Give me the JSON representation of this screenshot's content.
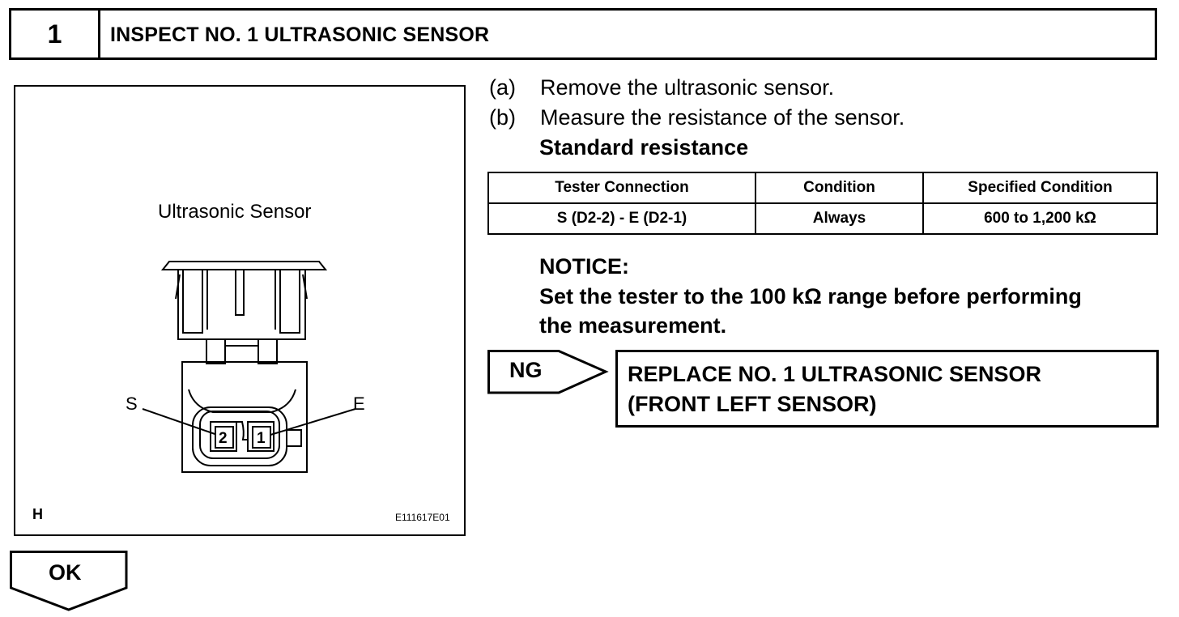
{
  "header": {
    "step_number": "1",
    "title": "INSPECT NO. 1 ULTRASONIC SENSOR"
  },
  "figure": {
    "title": "Ultrasonic Sensor",
    "label_s": "S",
    "label_e": "E",
    "pin_2": "2",
    "pin_1": "1",
    "corner_letter": "H",
    "code": "E111617E01"
  },
  "steps": [
    {
      "letter": "(a)",
      "text": "Remove the ultrasonic sensor."
    },
    {
      "letter": "(b)",
      "text": "Measure the resistance of the sensor."
    }
  ],
  "standard_resistance_label": "Standard resistance",
  "spec_table": {
    "headers": [
      "Tester Connection",
      "Condition",
      "Specified Condition"
    ],
    "rows": [
      [
        "S (D2-2) - E (D2-1)",
        "Always",
        "600 to 1,200 kΩ"
      ]
    ]
  },
  "notice": {
    "heading": "NOTICE:",
    "line1": "Set the tester to the 100 kΩ range before performing",
    "line2": "the measurement."
  },
  "ng": {
    "label": "NG",
    "action_line1": "REPLACE NO. 1 ULTRASONIC SENSOR",
    "action_line2": "(FRONT LEFT SENSOR)"
  },
  "ok": {
    "label": "OK"
  }
}
